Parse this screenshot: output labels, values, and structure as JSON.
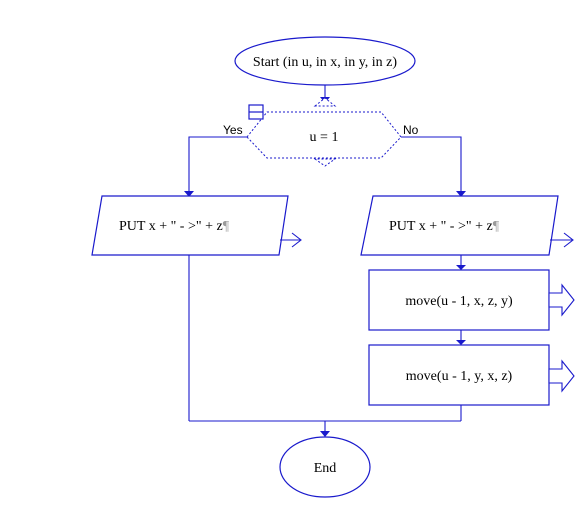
{
  "flowchart": {
    "start": {
      "label": "Start (in u, in x, in y, in z)"
    },
    "decision": {
      "condition": "u = 1",
      "yes_label": "Yes",
      "no_label": "No"
    },
    "yes_branch": {
      "put_statement": "PUT x  +  \" - >\"  +  z",
      "pilcrow": "¶"
    },
    "no_branch": {
      "put_statement": "PUT x  +  \" - >\"  +  z",
      "pilcrow": "¶",
      "call_1": "move(u - 1,  x,  z,  y)",
      "call_2": "move(u - 1,  y, x, z)"
    },
    "end": {
      "label": "End"
    }
  },
  "colors": {
    "stroke": "#1a1acc",
    "text": "#000000",
    "background": "#ffffff"
  },
  "icons": {
    "collapse_toggle": "minus-box-icon",
    "output_arrow": "hollow-right-arrow-icon",
    "call_arrow": "hollow-double-right-arrow-icon"
  }
}
